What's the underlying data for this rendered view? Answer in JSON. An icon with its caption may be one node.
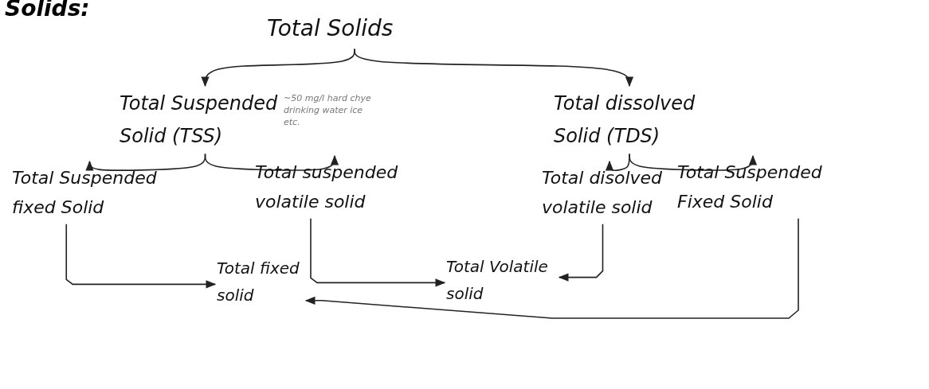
{
  "diagram": {
    "title": "Solids:",
    "nodes": [
      {
        "text": [
          "Total Solids"
        ]
      },
      {
        "text": [
          "Total Suspended Solid (TSS)"
        ]
      },
      {
        "text": [
          "Total dissolved Solid (TDS)"
        ]
      },
      {
        "text": [
          "Total Suspended fixed Solid"
        ]
      },
      {
        "text": [
          "Total suspended volatile solid"
        ]
      },
      {
        "text": [
          "Total disolved volatile solid"
        ]
      },
      {
        "text": [
          "Total Suspended Fixed Solid"
        ]
      },
      {
        "text": [
          "Total fixed solid"
        ]
      },
      {
        "text": [
          "Total Volatile solid"
        ]
      }
    ],
    "edges": [
      {
        "from": 0,
        "to": 1,
        "arrow": "to"
      },
      {
        "from": 0,
        "to": 2,
        "arrow": "to"
      },
      {
        "from": 1,
        "to": 3,
        "arrow": "to"
      },
      {
        "from": 1,
        "to": 4,
        "arrow": "to"
      },
      {
        "from": 2,
        "to": 5,
        "arrow": "to"
      },
      {
        "from": 2,
        "to": 6,
        "arrow": "to"
      },
      {
        "from": 3,
        "to": 7,
        "arrow": "to"
      },
      {
        "from": 4,
        "to": 8,
        "arrow": "to"
      },
      {
        "from": 5,
        "to": 8,
        "arrow": "to"
      },
      {
        "from": 6,
        "to": 7,
        "arrow": "to"
      }
    ],
    "labels": [
      "~50 mg/l hard chye drinking water ice etc."
    ]
  }
}
